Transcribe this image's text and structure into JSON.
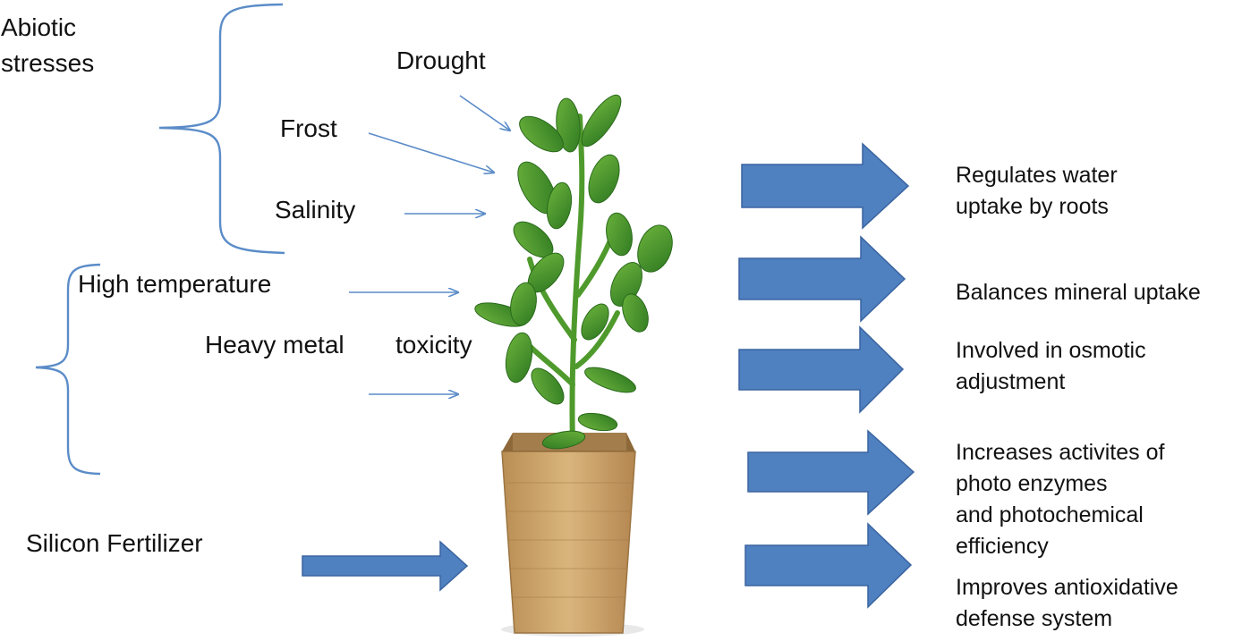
{
  "stress_group": {
    "label_line1": "Abiotic",
    "label_line2": "stresses",
    "stresses": [
      {
        "name": "Drought"
      },
      {
        "name": "Frost"
      },
      {
        "name": "Salinity"
      },
      {
        "name": "High temperature"
      },
      {
        "name": "Heavy metal"
      },
      {
        "name": "toxicity"
      }
    ]
  },
  "input": {
    "label": "Silicon Fertilizer"
  },
  "effects": [
    {
      "line1": "Regulates water",
      "line2": "uptake by roots"
    },
    {
      "line1": "Balances mineral uptake"
    },
    {
      "line1": "Involved in osmotic",
      "line2": "adjustment"
    },
    {
      "line1": "Increases activites of",
      "line2": "photo enzymes",
      "line3": "and photochemical",
      "line4": "efficiency"
    },
    {
      "line1": "Improves antioxidative",
      "line2": "defense system"
    }
  ],
  "colors": {
    "arrow_fill": "#4f80c0",
    "arrow_stroke": "#3a64a0",
    "thin_arrow": "#5b8cc8",
    "brace": "#5b8cc8",
    "leaf": "#3f8f2a",
    "pot": "#c9a46a"
  }
}
